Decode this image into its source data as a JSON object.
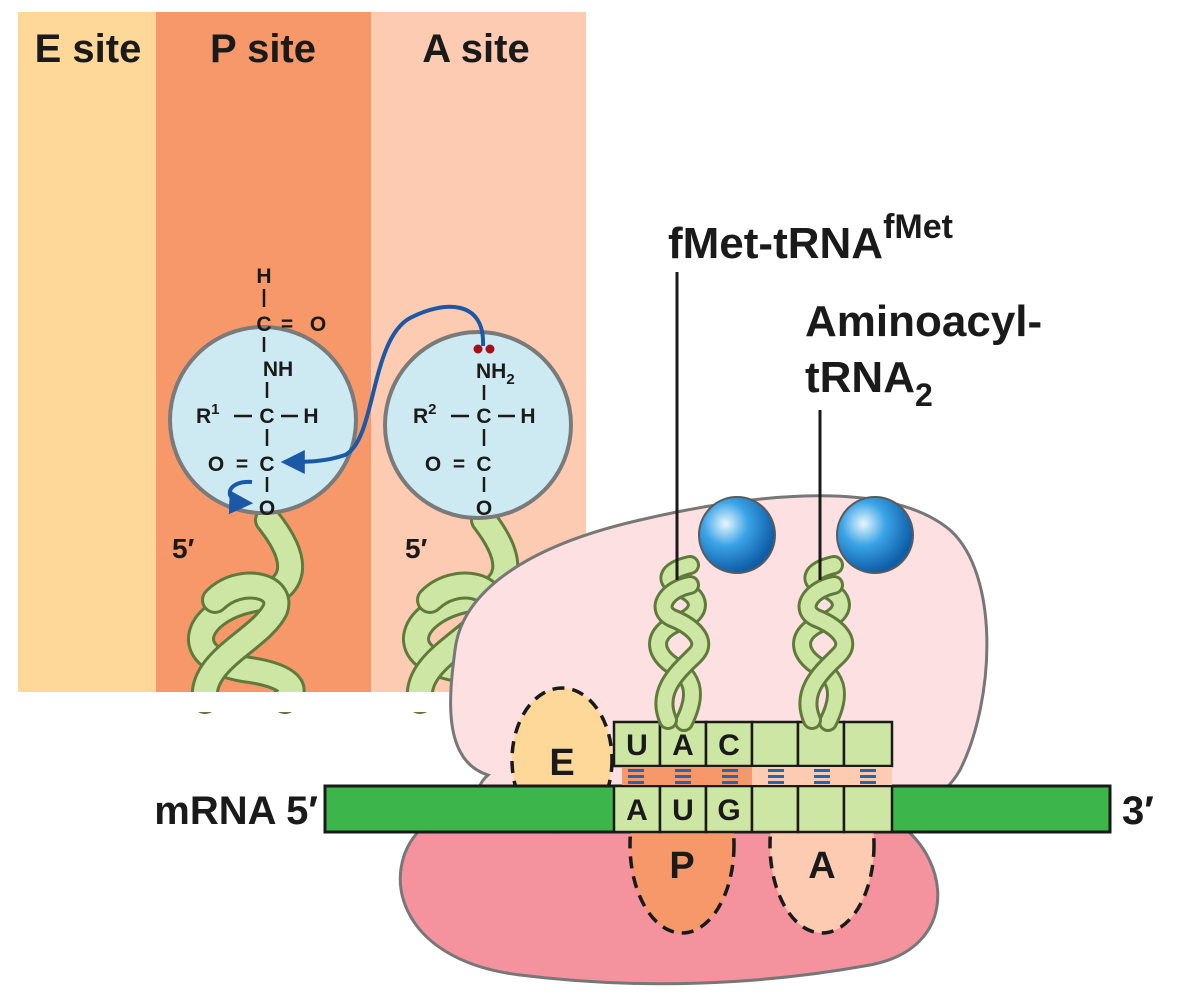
{
  "site_headers": {
    "e": "E site",
    "p": "P site",
    "a": "A site"
  },
  "p_residue": {
    "formyl_h": "H",
    "formyl_c": "C",
    "formyl_eq": "=",
    "formyl_o": "O",
    "amine": "NH",
    "r_group": "R",
    "r_sup": "1",
    "alpha_c": "C",
    "alpha_h": "H",
    "carbonyl_o": "O",
    "carbonyl_eq": "=",
    "carbonyl_c": "C",
    "ester_o": "O",
    "five_prime": "5′"
  },
  "a_residue": {
    "amine": "NH",
    "amine_sub": "2",
    "r_group": "R",
    "r_sup": "2",
    "alpha_c": "C",
    "alpha_h": "H",
    "carbonyl_o": "O",
    "carbonyl_eq": "=",
    "carbonyl_c": "C",
    "ester_o": "O",
    "five_prime": "5′"
  },
  "labels": {
    "fmet_main": "fMet-tRNA",
    "fmet_sup": "fMet",
    "aminoacyl_line1": "Aminoacyl-",
    "aminoacyl_line2": "tRNA",
    "aminoacyl_sub": "2",
    "mrna": "mRNA 5′",
    "three_prime": "3′"
  },
  "anticodon": [
    "U",
    "A",
    "C"
  ],
  "codon": [
    "A",
    "U",
    "G"
  ],
  "ribosome_sites": {
    "e": "E",
    "p": "P",
    "a": "A"
  },
  "colors": {
    "e_site": "#fdd898",
    "p_site": "#f6986a",
    "a_site": "#fdcab2",
    "residue_circle": "#cdeaf3",
    "trna": "#cde6a3",
    "trna_outline": "#5f7a3a",
    "mrna": "#3cb54a",
    "codon_box": "#cde6a3",
    "ribosome_large": "#fde0e2",
    "ribosome_small": "#f4929d",
    "amino_acid_ball": "#2f95dd",
    "attack_arrow": "#1b58a6",
    "lone_pair": "#a3121b",
    "base_pair_tick": "#2466b0"
  }
}
